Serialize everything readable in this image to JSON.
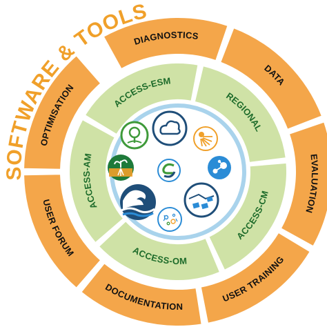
{
  "title": "SOFTWARE & TOOLS",
  "outer_ring": [
    {
      "label": "DIAGNOSTICS"
    },
    {
      "label": "DATA"
    },
    {
      "label": "EVALUATION"
    },
    {
      "label": "USER TRAINING"
    },
    {
      "label": "DOCUMENTATION"
    },
    {
      "label": "USER FORUM"
    },
    {
      "label": "OPTIMISATION"
    }
  ],
  "inner_ring": [
    {
      "label": "ACCESS-ESM"
    },
    {
      "label": "REGIONAL"
    },
    {
      "label": "ACCESS-CM"
    },
    {
      "label": "ACCESS-OM"
    },
    {
      "label": "ACCESS-AM"
    }
  ],
  "center_icons": [
    {
      "name": "land-icon"
    },
    {
      "name": "cloud-icon"
    },
    {
      "name": "sun-rays-icon"
    },
    {
      "name": "soil-plant-icon"
    },
    {
      "name": "coupler-icon"
    },
    {
      "name": "molecule-icon"
    },
    {
      "name": "ocean-wave-icon"
    },
    {
      "name": "sea-ice-icon"
    },
    {
      "name": "biogeochemistry-icon"
    }
  ],
  "colors": {
    "outer_fill": "#f4a64a",
    "outer_stroke": "#ffffff",
    "inner_fill": "#cfe2a6",
    "inner_stroke": "#ffffff",
    "center_ring": "#a9d3ec",
    "center_fill": "#ffffff",
    "title": "#f0a02a",
    "icon_dark": "#1f4e79",
    "icon_green": "#3f9a3a",
    "icon_orange": "#f0a02a",
    "icon_blue": "#2b8cd6"
  }
}
